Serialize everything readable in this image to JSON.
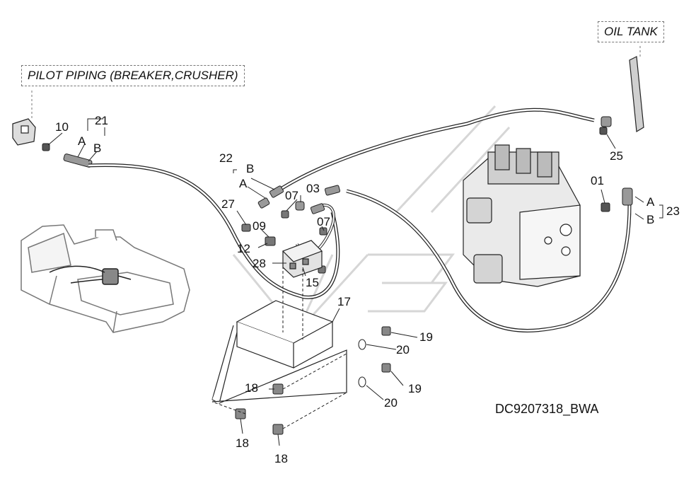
{
  "callouts": {
    "pilot_piping": "PILOT PIPING (BREAKER,CRUSHER)",
    "oil_tank": "OIL TANK"
  },
  "drawing_code": "DC9207318_BWA",
  "part_labels": {
    "p10": "10",
    "p21": "21",
    "p21_a": "A",
    "p21_b": "B",
    "p22": "22",
    "p22_b": "B",
    "p22_a": "A",
    "p03": "03",
    "p07_top": "07",
    "p27": "27",
    "p09": "09",
    "p07_side": "07",
    "p12": "12",
    "p28": "28",
    "p15": "15",
    "p17": "17",
    "p19_top": "19",
    "p20_top": "20",
    "p19_bot": "19",
    "p20_bot": "20",
    "p18_mid": "18",
    "p18_left": "18",
    "p18_bot": "18",
    "p25": "25",
    "p01": "01",
    "p23": "23",
    "p23_a": "A",
    "p23_b": "B"
  }
}
